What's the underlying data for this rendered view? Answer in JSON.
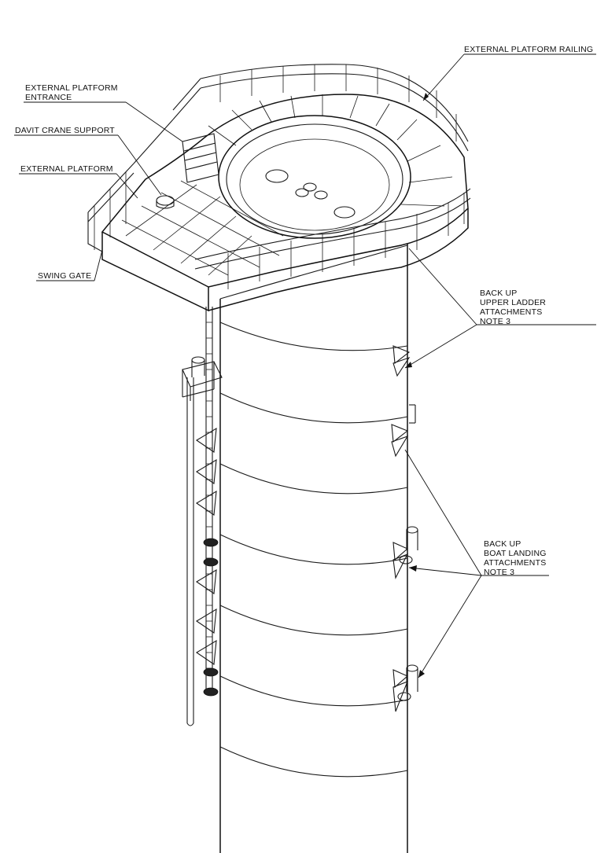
{
  "labels": {
    "external_platform_railing": "EXTERNAL PLATFORM RAILING",
    "external_platform_entrance_line1": "EXTERNAL PLATFORM",
    "external_platform_entrance_line2": "ENTRANCE",
    "davit_crane_support": "DAVIT CRANE SUPPORT",
    "external_platform": "EXTERNAL PLATFORM",
    "swing_gate": "SWING GATE",
    "upper_ladder_line1": "BACK UP",
    "upper_ladder_line2": "UPPER LADDER",
    "upper_ladder_line3": "ATTACHMENTS",
    "upper_ladder_line4": "NOTE 3",
    "boat_landing_line1": "BACK UP",
    "boat_landing_line2": "BOAT LANDING",
    "boat_landing_line3": "ATTACHMENTS",
    "boat_landing_line4": "NOTE 3"
  }
}
